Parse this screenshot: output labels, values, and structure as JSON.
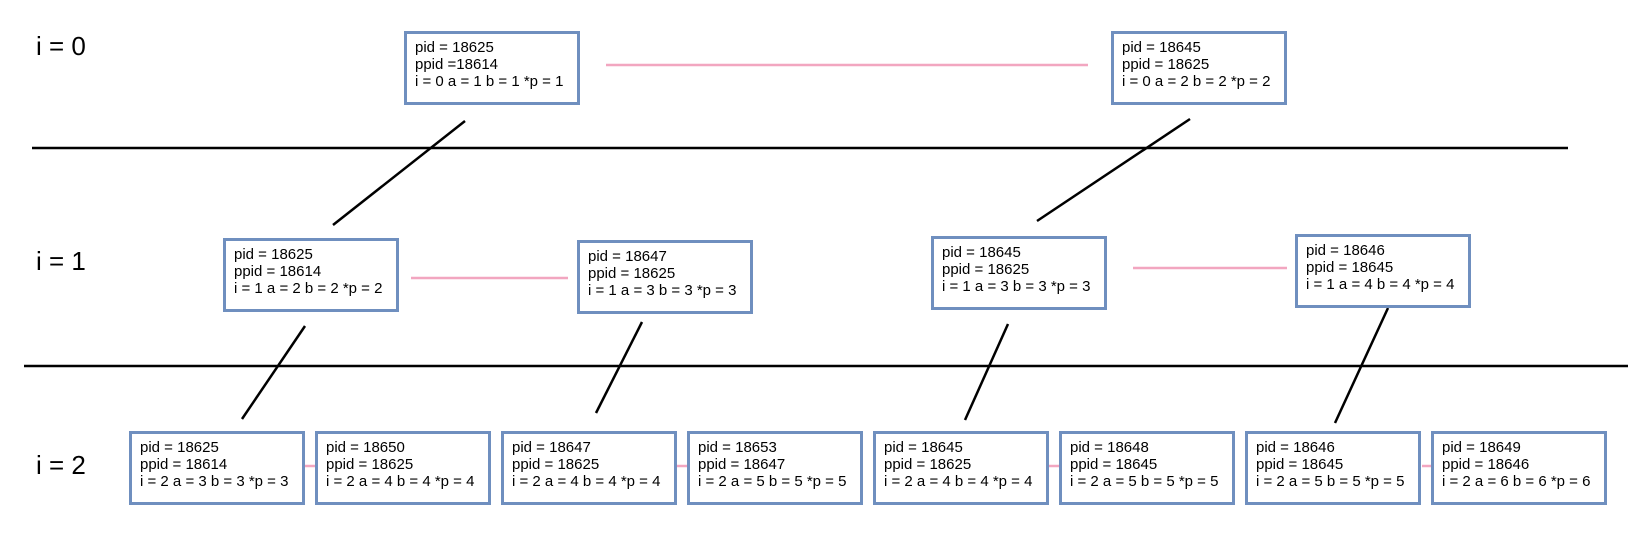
{
  "colors": {
    "node_border": "#6f8fbf",
    "sibling_link": "#f2a6c0",
    "line": "#000000"
  },
  "levels": [
    {
      "label": "i = 0"
    },
    {
      "label": "i = 1"
    },
    {
      "label": "i = 2"
    }
  ],
  "nodes": {
    "l0_18625": {
      "pid": "pid = 18625",
      "ppid": "ppid =18614",
      "vars": "i = 0 a = 1 b = 1 *p = 1"
    },
    "l0_18645": {
      "pid": "pid = 18645",
      "ppid": "ppid = 18625",
      "vars": "i = 0 a = 2 b = 2 *p = 2"
    },
    "l1_18625": {
      "pid": "pid = 18625",
      "ppid": "ppid = 18614",
      "vars": "i = 1 a = 2 b = 2 *p = 2"
    },
    "l1_18647": {
      "pid": "pid = 18647",
      "ppid": "ppid = 18625",
      "vars": "i = 1 a = 3 b = 3 *p = 3"
    },
    "l1_18645": {
      "pid": "pid = 18645",
      "ppid": "ppid = 18625",
      "vars": "i = 1 a = 3 b = 3 *p = 3"
    },
    "l1_18646": {
      "pid": "pid = 18646",
      "ppid": "ppid = 18645",
      "vars": "i = 1 a = 4 b = 4 *p = 4"
    },
    "l2_18625": {
      "pid": "pid = 18625",
      "ppid": "ppid = 18614",
      "vars": "i = 2 a = 3 b = 3 *p = 3"
    },
    "l2_18650": {
      "pid": "pid = 18650",
      "ppid": "ppid = 18625",
      "vars": "i = 2 a = 4 b = 4 *p = 4"
    },
    "l2_18647": {
      "pid": "pid = 18647",
      "ppid": "ppid = 18625",
      "vars": "i = 2 a = 4 b = 4 *p = 4"
    },
    "l2_18653": {
      "pid": "pid = 18653",
      "ppid": "ppid = 18647",
      "vars": "i = 2 a = 5 b = 5 *p = 5"
    },
    "l2_18645": {
      "pid": "pid = 18645",
      "ppid": "ppid = 18625",
      "vars": "i = 2 a = 4 b = 4 *p = 4"
    },
    "l2_18648": {
      "pid": "pid = 18648",
      "ppid": "ppid = 18645",
      "vars": "i = 2 a = 5 b = 5 *p = 5"
    },
    "l2_18646": {
      "pid": "pid = 18646",
      "ppid": "ppid = 18645",
      "vars": "i = 2 a = 5 b = 5 *p = 5"
    },
    "l2_18649": {
      "pid": "pid = 18649",
      "ppid": "ppid = 18646",
      "vars": "i = 2 a = 6 b = 6 *p = 6"
    }
  }
}
